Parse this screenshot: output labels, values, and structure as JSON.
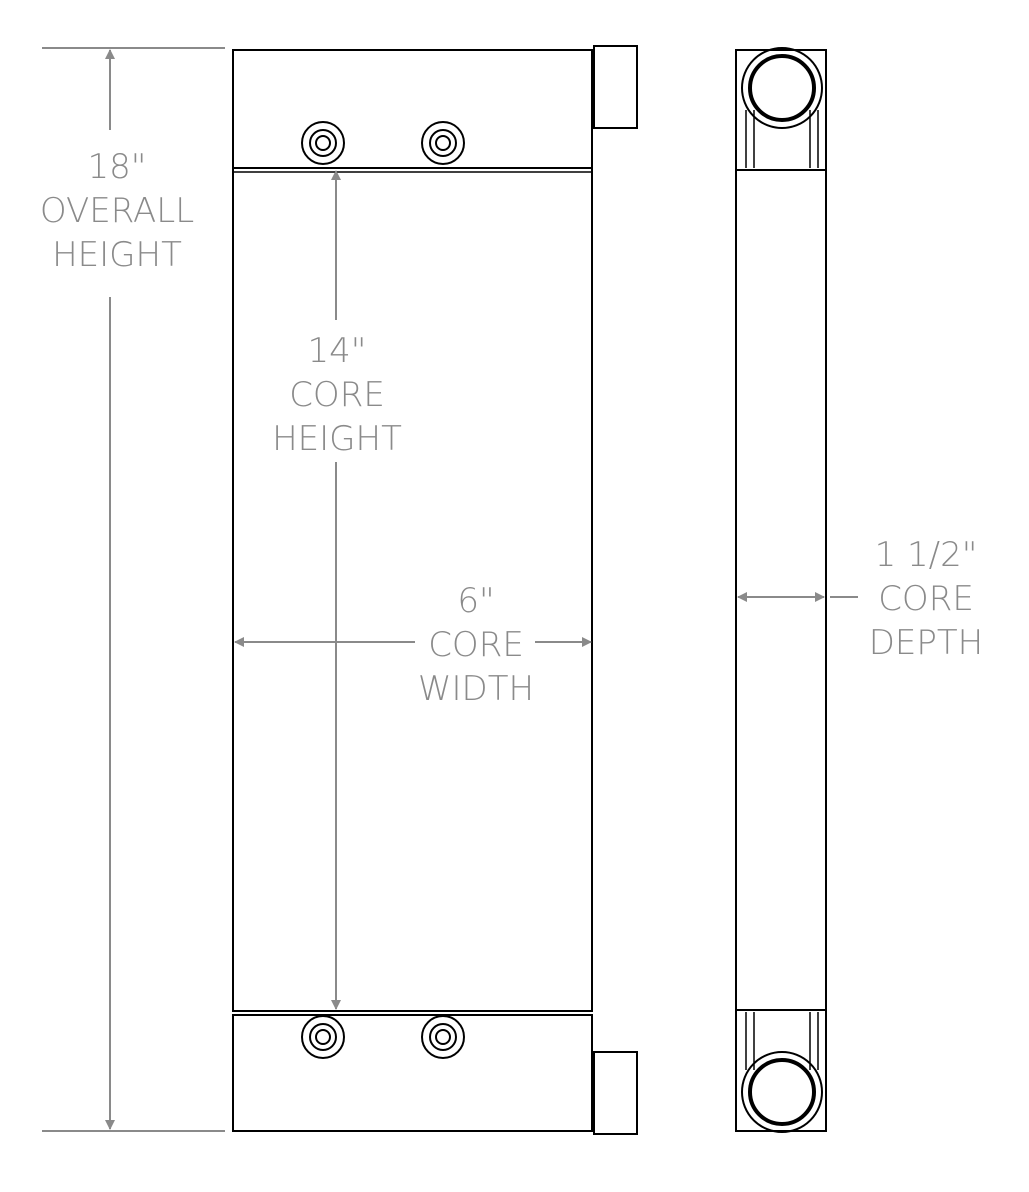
{
  "overall_height": {
    "value": "18\"",
    "line1": "OVERALL",
    "line2": "HEIGHT"
  },
  "core_height": {
    "value": "14\"",
    "line1": "CORE",
    "line2": "HEIGHT"
  },
  "core_width": {
    "value": "6\"",
    "line1": "CORE",
    "line2": "WIDTH"
  },
  "core_depth": {
    "value": "1 1/2\"",
    "line1": "CORE",
    "line2": "DEPTH"
  },
  "colors": {
    "outline": "#000000",
    "dimension": "#8a8a8a",
    "background": "#ffffff"
  }
}
